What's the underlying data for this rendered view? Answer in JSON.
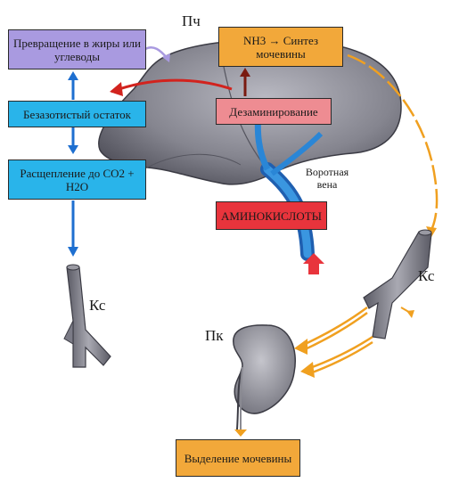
{
  "labels": {
    "liver": "Пч",
    "vessel_left": "Кс",
    "vessel_right": "Кс",
    "kidney": "Пк",
    "portal_vein": "Воротная вена"
  },
  "boxes": {
    "conversion": "Превращение в жиры или углеводы",
    "residue": "Безазотистый остаток",
    "breakdown": "Расщепление до CO2 + H2O",
    "urea_synth": {
      "nh3": "NH3",
      "arrow": "→",
      "text": "Синтез мочевины"
    },
    "deamination": "Дезаминирование",
    "amino_acids": "АМИНОКИСЛОТЫ",
    "excretion": "Выделение мочевины"
  },
  "colors": {
    "purple_box": "#a99ae0",
    "cyan_box": "#29b4ea",
    "orange_box": "#f2a83a",
    "pink_box": "#ee8c92",
    "red_box": "#e8343c",
    "blue_arrow": "#1e6fd0",
    "orange_arrow": "#f0a020",
    "red_arrow": "#d2231e",
    "organ_gray": "#7b7b86",
    "vein_blue": "#2a86d6"
  }
}
